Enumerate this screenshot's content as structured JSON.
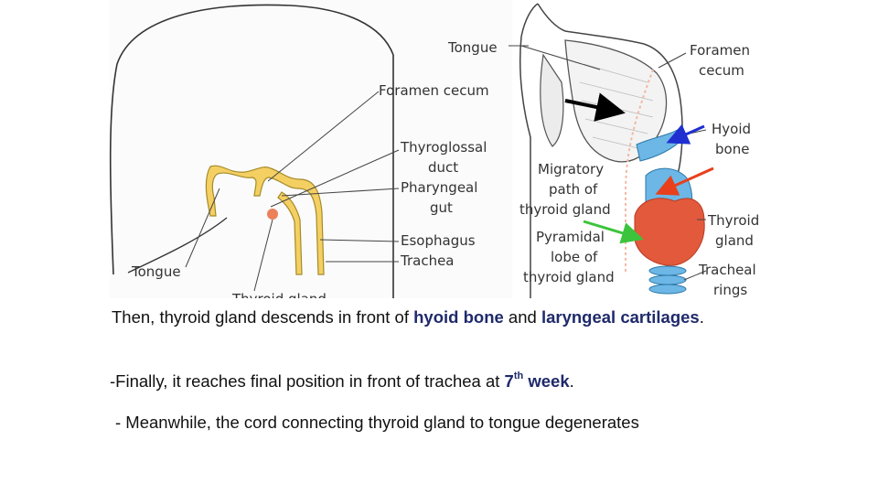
{
  "figure": {
    "left_labels": {
      "tongue_top": "Tongue",
      "foramen_cecum": "Foramen cecum",
      "thyroglossal_duct_1": "Thyroglossal",
      "thyroglossal_duct_2": "duct",
      "pharyngeal_gut_1": "Pharyngeal",
      "pharyngeal_gut_2": "gut",
      "esophagus": "Esophagus",
      "trachea": "Trachea",
      "tongue_bottom": "Tongue",
      "thyroid_gland_cut": "Thyroid gland"
    },
    "right_labels": {
      "foramen_cecum_1": "Foramen",
      "foramen_cecum_2": "cecum",
      "hyoid_bone_1": "Hyoid",
      "hyoid_bone_2": "bone",
      "migratory_1": "Migratory",
      "migratory_2": "path of",
      "migratory_3": "thyroid gland",
      "thyroid_gland_1": "Thyroid",
      "thyroid_gland_2": "gland",
      "pyramidal_1": "Pyramidal",
      "pyramidal_2": "lobe of",
      "pyramidal_3": "thyroid gland",
      "tracheal_rings_1": "Tracheal",
      "tracheal_rings_2": "rings"
    },
    "colors": {
      "gut_fill": "#f4d063",
      "thyroid_red": "#e2593c",
      "hyoid_blue": "#6cb7e6",
      "arrow_black": "#000000",
      "arrow_blue": "#1f2fd0",
      "arrow_red": "#e8401c",
      "arrow_green": "#3cc43c"
    }
  },
  "text": {
    "p1_a": "Then, thyroid gland descends in front of ",
    "p1_b": "hyoid bone",
    "p1_c": " and ",
    "p1_d": "laryngeal cartilages",
    "p1_e": ".",
    "p2_a": "-Finally, it reaches final position in front of trachea at ",
    "p2_b": "7",
    "p2_sup": "th",
    "p2_c": " week",
    "p2_d": ".",
    "p3": " - Meanwhile, the cord connecting thyroid gland to tongue degenerates"
  }
}
